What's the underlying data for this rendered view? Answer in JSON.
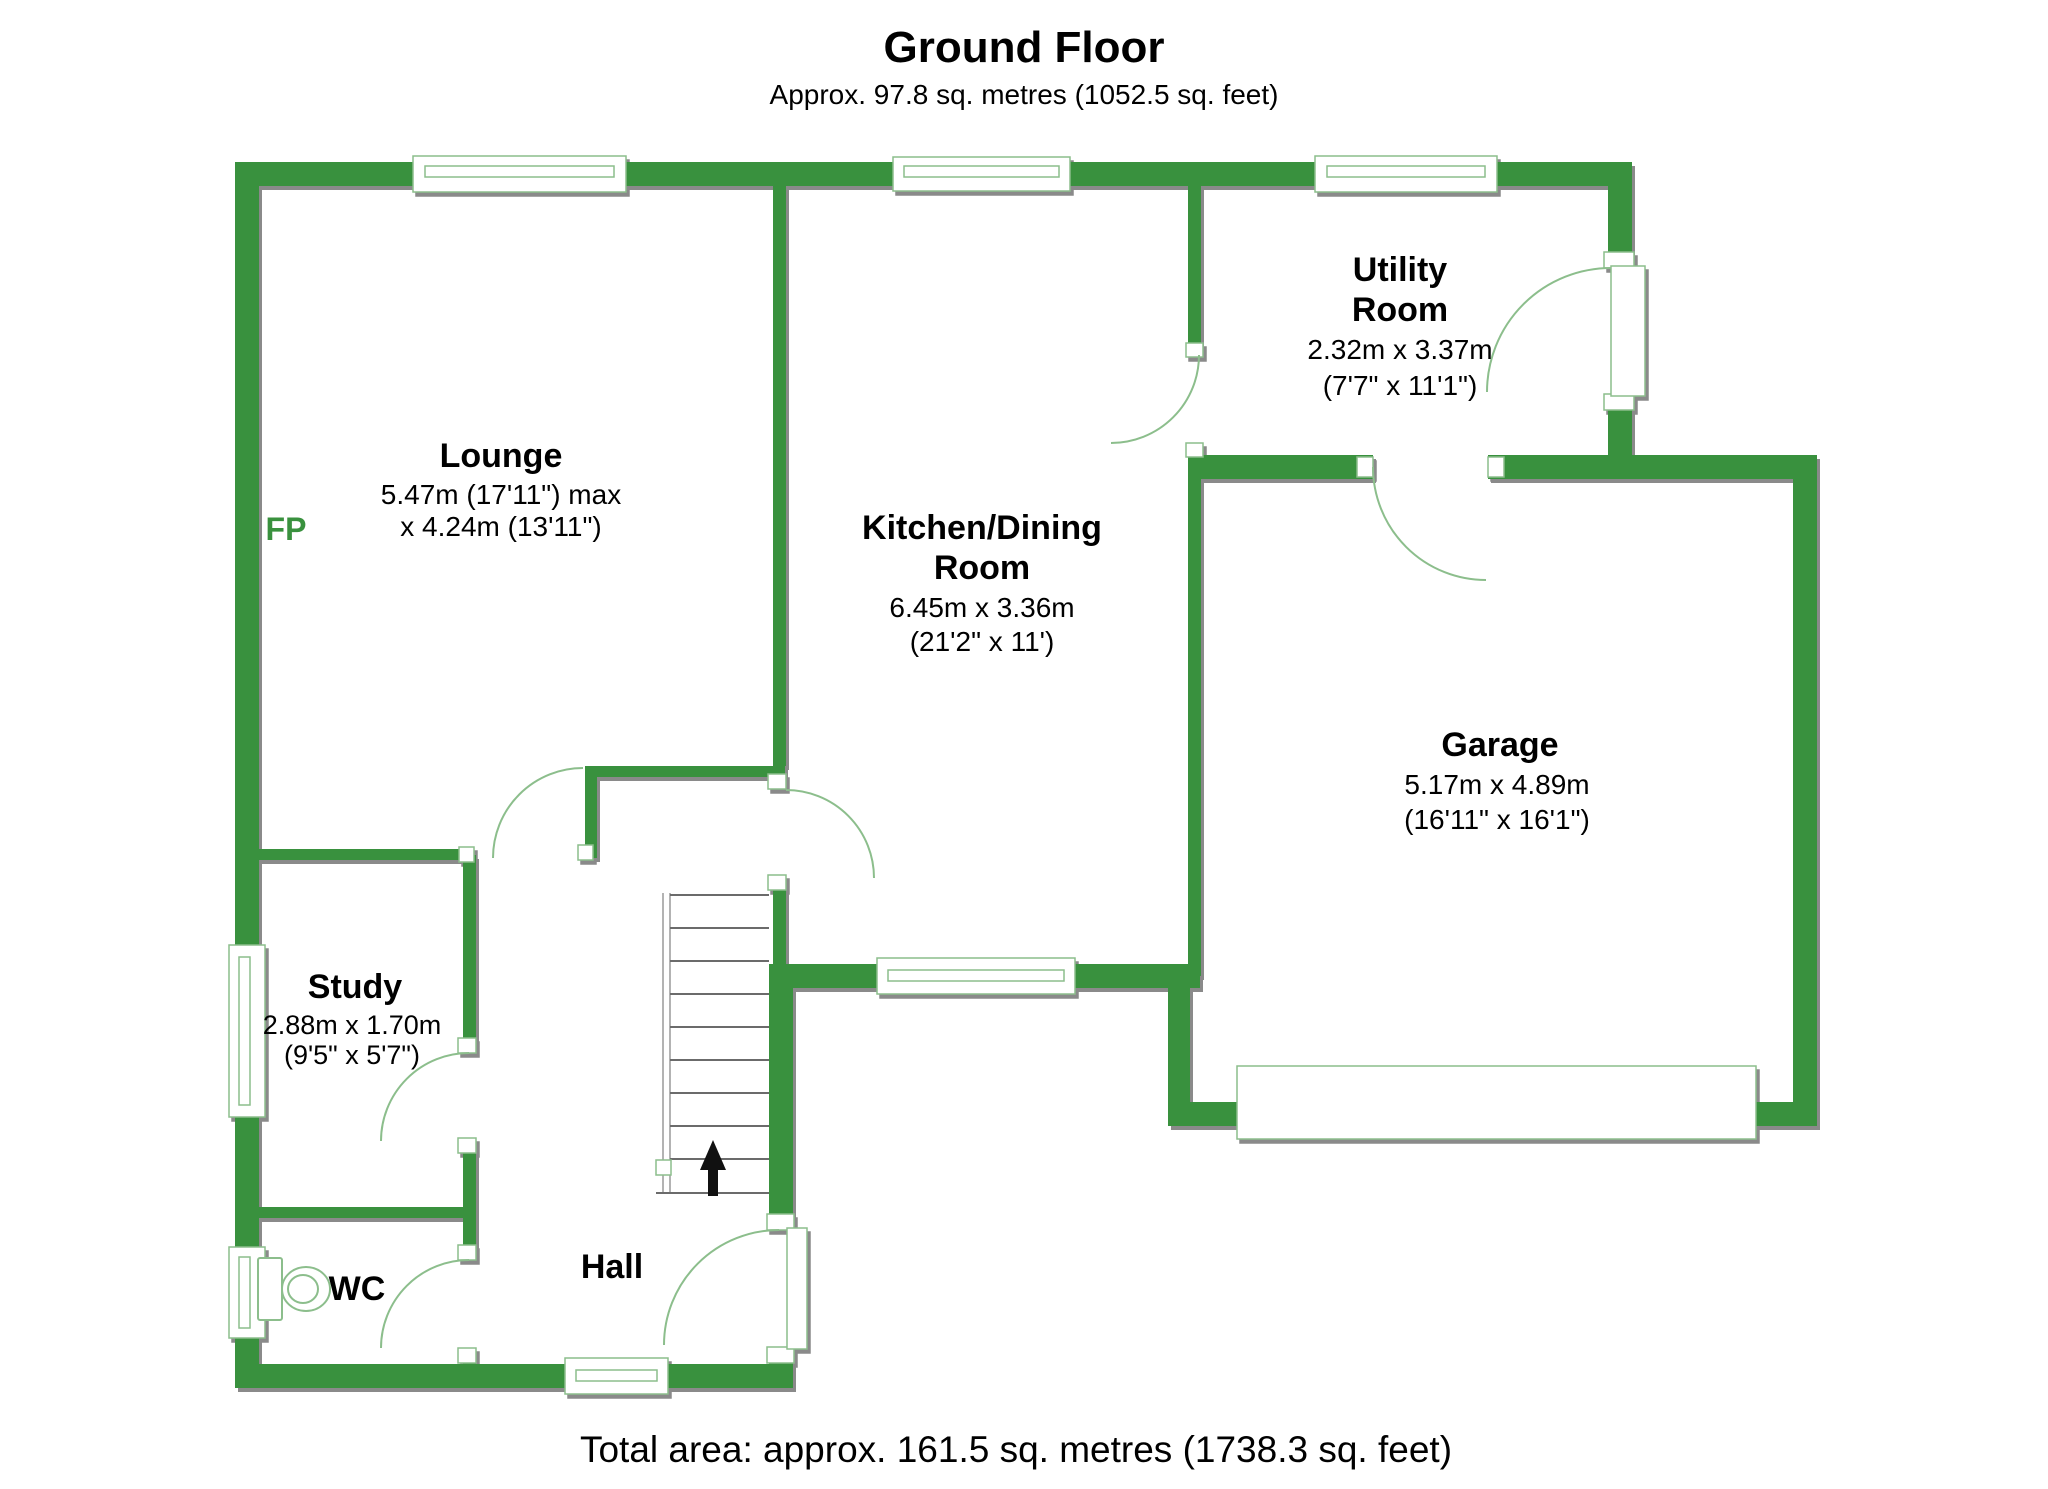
{
  "header": {
    "title": "Ground Floor",
    "subtitle": "Approx. 97.8 sq. metres (1052.5 sq. feet)"
  },
  "footer": {
    "total_area": "Total area: approx. 161.5 sq. metres (1738.3 sq. feet)"
  },
  "labels": {
    "fireplace": "FP"
  },
  "colors": {
    "wall_green": "#39913E",
    "detail_green": "#8CBE8C",
    "text": "#000000",
    "shadow": "#8a8a8a"
  },
  "rooms": {
    "lounge": {
      "name": "Lounge",
      "dims1": "5.47m (17'11\") max",
      "dims2": "x 4.24m (13'11\")"
    },
    "kitchen": {
      "name1": "Kitchen/Dining",
      "name2": "Room",
      "dims1": "6.45m x 3.36m",
      "dims2": "(21'2\" x 11')"
    },
    "utility": {
      "name1": "Utility",
      "name2": "Room",
      "dims1": "2.32m x 3.37m",
      "dims2": "(7'7\" x 11'1\")"
    },
    "garage": {
      "name": "Garage",
      "dims1": "5.17m x 4.89m",
      "dims2": "(16'11\" x 16'1\")"
    },
    "study": {
      "name": "Study",
      "dims1": "2.88m x 1.70m",
      "dims2": "(9'5\" x 5'7\")"
    },
    "wc": {
      "name": "WC"
    },
    "hall": {
      "name": "Hall"
    }
  }
}
